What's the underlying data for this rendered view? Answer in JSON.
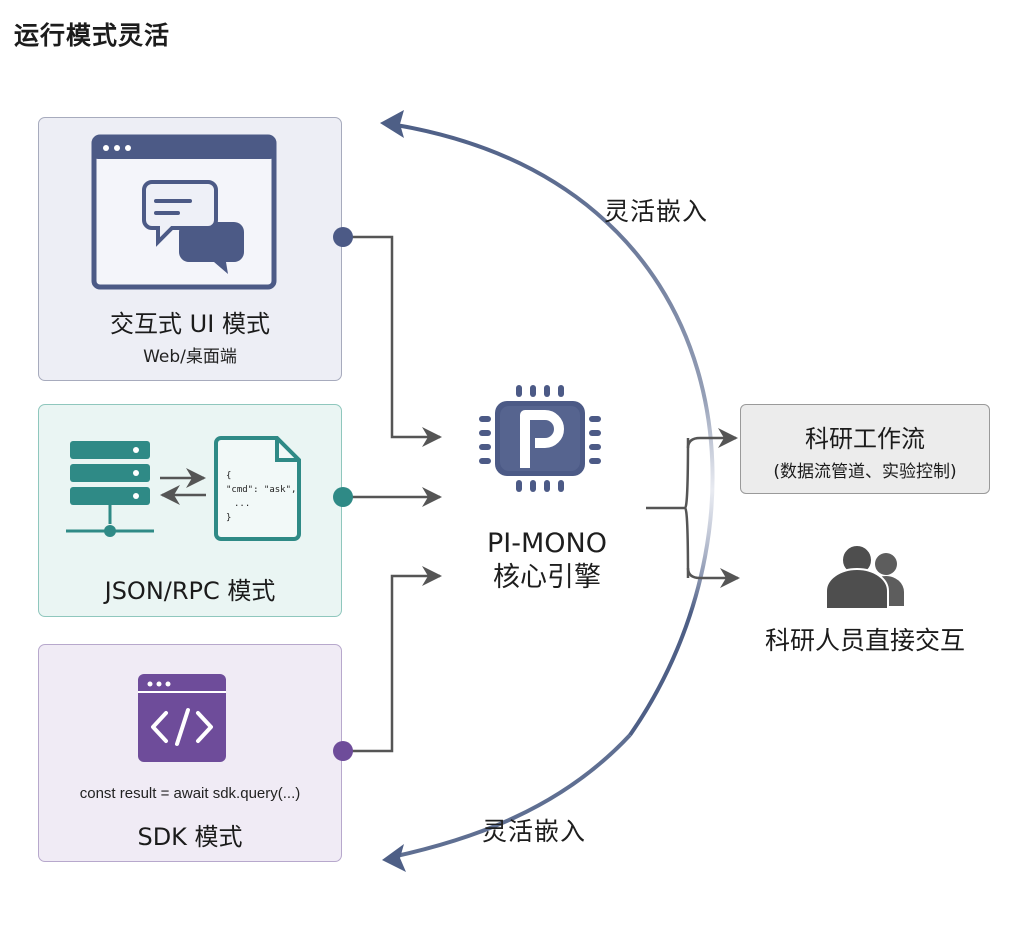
{
  "title": "运行模式灵活",
  "modes": [
    {
      "label": "交互式 UI 模式",
      "sub": "Web/桌面端"
    },
    {
      "label": "JSON/RPC 模式",
      "code_lines": [
        "{",
        "\"cmd\": \"ask\",",
        "...",
        "}"
      ]
    },
    {
      "label": "SDK 模式",
      "code": "const result = await sdk.query(...)"
    }
  ],
  "engine": {
    "line1": "PI-MONO",
    "line2": "核心引擎"
  },
  "embed_labels": {
    "top": "灵活嵌入",
    "bottom": "灵活嵌入"
  },
  "outputs": {
    "workflow": {
      "title": "科研工作流",
      "sub": "(数据流管道、实验控制)"
    },
    "researcher": {
      "label": "科研人员直接交互"
    }
  },
  "colors": {
    "ui_accent": "#4c5a86",
    "rpc_accent": "#2f8a86",
    "sdk_accent": "#6e4c9a",
    "connector": "#555555",
    "arc": "#4e5f86"
  },
  "icons": {
    "ui": "browser-chat-icon",
    "rpc": "server-file-icon",
    "sdk": "code-window-icon",
    "engine": "chip-p-icon",
    "researcher": "people-icon"
  }
}
